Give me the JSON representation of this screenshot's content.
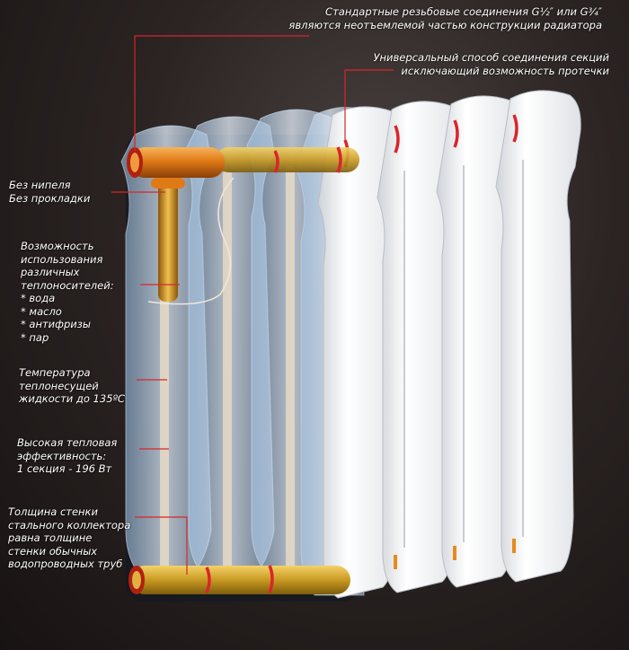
{
  "callouts": {
    "thread": [
      "Стандартные резьбовые соединения G½″ или G¾″",
      "являются неотъемлемой частью конструкции радиатора"
    ],
    "sealing": [
      "Универсальный способ соединения секций",
      "исключающий возможность протечки"
    ],
    "nipple": [
      "Без нипеля",
      "Без прокладки"
    ],
    "coolants": [
      "Возможность",
      "использования",
      "различных",
      "теплоносителей:",
      "* вода",
      "* масло",
      "* антифризы",
      "* пар"
    ],
    "temperature": [
      "Температура",
      "теплонесущей",
      "жидкости до 135ºС"
    ],
    "efficiency": [
      "Высокая тепловая",
      "эффективность:",
      "1 секция - 196 Вт"
    ],
    "wall": [
      "Толщина стенки",
      "стального коллектора",
      "равна толщине",
      "стенки обычных",
      "водопроводных труб"
    ]
  },
  "colors": {
    "leader": "#d8262a",
    "pipe": "#e88a1e",
    "core": "#d9a52a",
    "fin": "#f2f2f2"
  }
}
